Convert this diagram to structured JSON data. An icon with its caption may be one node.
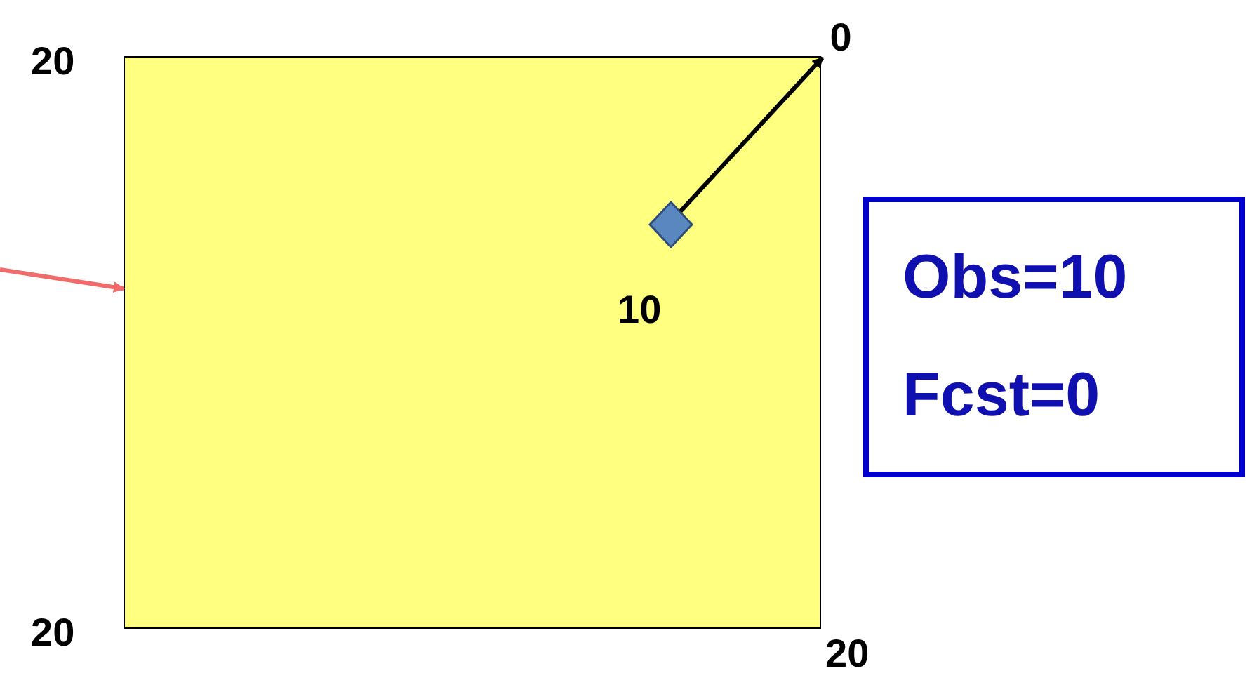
{
  "diagram": {
    "nodes": [
      {
        "text": [],
        "shape": "box"
      },
      {
        "text": [],
        "shape": "diamond",
        "in": 0,
        "beside": [
          "10"
        ]
      },
      {
        "text": [
          "0"
        ]
      },
      {
        "text": [
          "Obs=10",
          "Fcst=0"
        ]
      }
    ],
    "edges": [
      {
        "from": 1,
        "to": 2,
        "arrow": "to"
      },
      {
        "from": null,
        "to": 0,
        "arrow": "to",
        "color": "#f26b6b"
      }
    ],
    "labels": [
      "20",
      "20",
      "20"
    ]
  }
}
